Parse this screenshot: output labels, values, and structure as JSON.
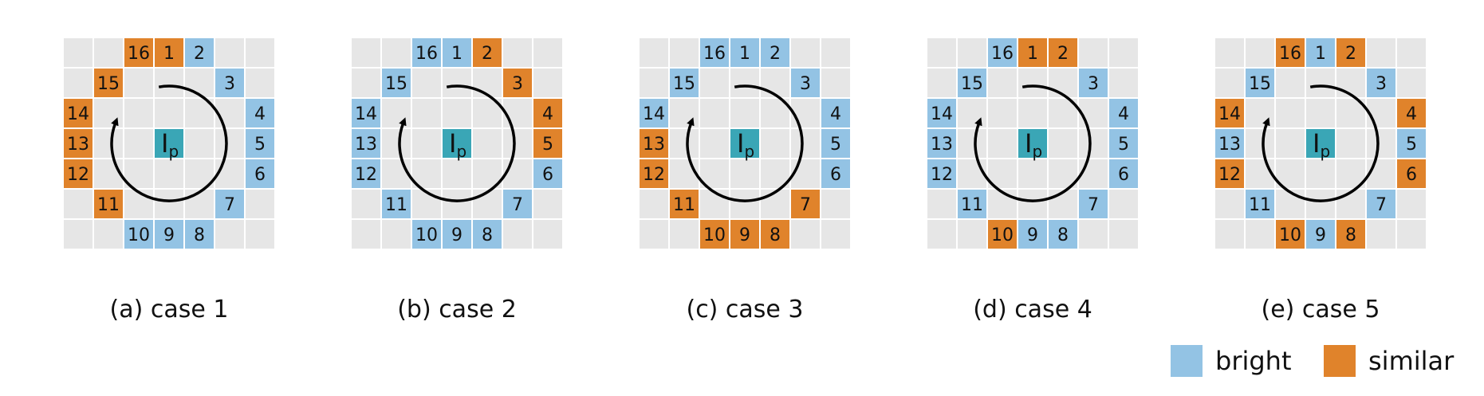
{
  "colors": {
    "background_cell": "#e6e6e6",
    "bright": "#93c3e4",
    "similar": "#e0832b",
    "center": "#3aa6b6",
    "grid_line": "#ffffff",
    "arrow": "#000000"
  },
  "center_label": {
    "main": "I",
    "sub": "p"
  },
  "panels": [
    {
      "caption": "(a) case 1",
      "states": [
        "similar",
        "bright",
        "bright",
        "bright",
        "bright",
        "bright",
        "bright",
        "bright",
        "bright",
        "bright",
        "similar",
        "similar",
        "similar",
        "similar",
        "similar",
        "similar"
      ]
    },
    {
      "caption": "(b) case 2",
      "states": [
        "bright",
        "similar",
        "similar",
        "similar",
        "similar",
        "bright",
        "bright",
        "bright",
        "bright",
        "bright",
        "bright",
        "bright",
        "bright",
        "bright",
        "bright",
        "bright"
      ]
    },
    {
      "caption": "(c) case 3",
      "states": [
        "bright",
        "bright",
        "bright",
        "bright",
        "bright",
        "bright",
        "similar",
        "similar",
        "similar",
        "similar",
        "similar",
        "similar",
        "similar",
        "bright",
        "bright",
        "bright"
      ]
    },
    {
      "caption": "(d) case 4",
      "states": [
        "similar",
        "similar",
        "bright",
        "bright",
        "bright",
        "bright",
        "bright",
        "bright",
        "bright",
        "similar",
        "bright",
        "bright",
        "bright",
        "bright",
        "bright",
        "bright"
      ]
    },
    {
      "caption": "(e) case 5",
      "states": [
        "bright",
        "similar",
        "bright",
        "similar",
        "bright",
        "similar",
        "bright",
        "similar",
        "bright",
        "similar",
        "bright",
        "similar",
        "bright",
        "similar",
        "bright",
        "similar"
      ]
    }
  ],
  "legend": [
    {
      "key": "bright",
      "label": "bright"
    },
    {
      "key": "similar",
      "label": "similar"
    }
  ]
}
